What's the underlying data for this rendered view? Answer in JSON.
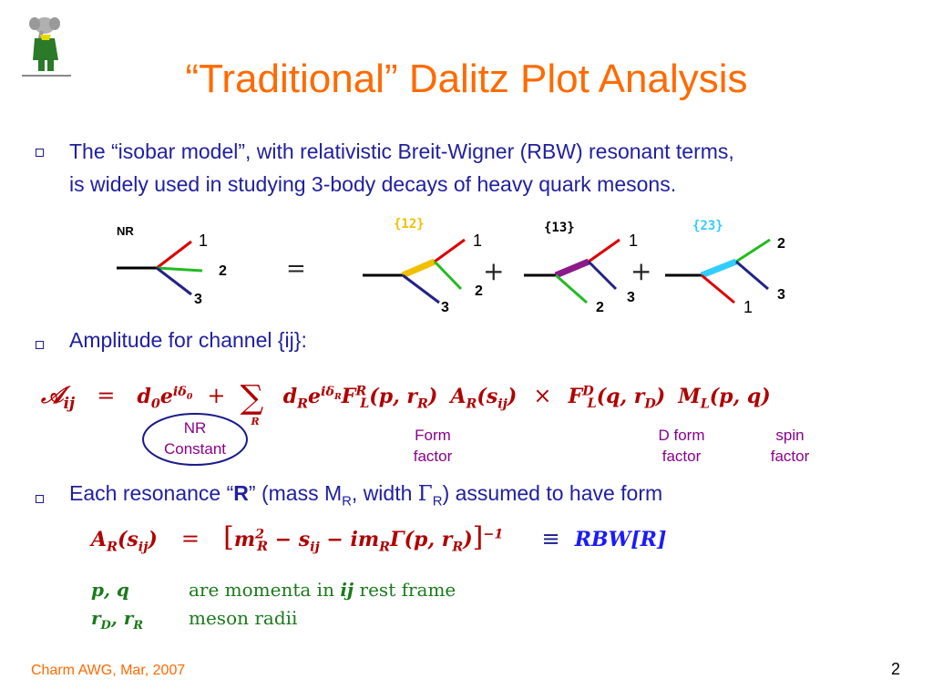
{
  "slide": {
    "title": "“Traditional” Dalitz Plot Analysis",
    "bullet1": {
      "line1": "The “isobar model”, with relativistic Breit-Wigner (RBW) resonant terms,",
      "line2": "is widely used in studying 3-body decays of heavy quark mesons."
    },
    "diagram": {
      "nr_label": "NR",
      "equals": "=",
      "plus": "+",
      "channels": [
        {
          "label": "{12}",
          "color": "#f0c000"
        },
        {
          "label": "{13}",
          "color": "#000000"
        },
        {
          "label": "{23}",
          "color": "#33ccff"
        }
      ],
      "legs": {
        "one": "1",
        "two": "2",
        "three": "3"
      }
    },
    "bullet2": "Amplitude for channel {ij}:",
    "amplitude": {
      "lhs": "𝒜",
      "lhs_sub": "ij",
      "eq": "=",
      "d0": "d",
      "d0_sub": "0",
      "e": "e",
      "phase0": "iδ",
      "phase0_sub": "0",
      "plus": "+",
      "sum": "∑",
      "sum_sub": "R",
      "dR": "d",
      "dR_sub": "R",
      "phaseR": "iδ",
      "phaseR_sub": "R",
      "FLR": "F",
      "FLR_sub": "L",
      "FLR_sup": "R",
      "FLR_args": "(p, r",
      "FLR_args_sub": "R",
      "AR": "A",
      "AR_sub": "R",
      "AR_args": "(s",
      "AR_args_sub": "ij",
      "times": "×",
      "FLD": "F",
      "FLD_sub": "L",
      "FLD_sup": "D",
      "FLD_args": "(q, r",
      "FLD_args_sub": "D",
      "ML": "M",
      "ML_sub": "L",
      "ML_args": "(p, q)"
    },
    "captions": {
      "nr_line1": "NR",
      "nr_line2": "Constant",
      "form_line1": "Form",
      "form_line2": "factor",
      "dform_line1": "D form",
      "dform_line2": "factor",
      "spin_line1": "spin",
      "spin_line2": "factor"
    },
    "bullet3": {
      "pre": "Each resonance “",
      "R": "R",
      "mid": "” (mass M",
      "sub1": "R",
      "mid2": ", width ",
      "gamma": "Γ",
      "sub2": "R",
      "post": ") assumed to have form"
    },
    "rbw": {
      "lhs": "A",
      "lhs_sub": "R",
      "lhs_args": "(s",
      "lhs_args_sub": "ij",
      "eq": "=",
      "body": "m",
      "body_sup": "2",
      "body_sub": "R",
      "minus1": " − s",
      "minus1_sub": "ij",
      "minus2": " − im",
      "minus2_sub": "R",
      "gamma": "Γ(p, r",
      "gamma_sub": "R",
      "exp": "−1",
      "equiv": "≡",
      "rhs": "RBW[R]"
    },
    "defs": [
      {
        "sym": "p, q",
        "text_pre": "are momenta in ",
        "sym2": "ij",
        "text_post": " rest frame"
      },
      {
        "sym": "r",
        "sym_sub": "D",
        "sym_b": ",  r",
        "sym_b_sub": "R",
        "text_pre": "meson radii"
      }
    ],
    "footer": {
      "left": "Charm AWG, Mar, 2007",
      "page": "2"
    }
  }
}
